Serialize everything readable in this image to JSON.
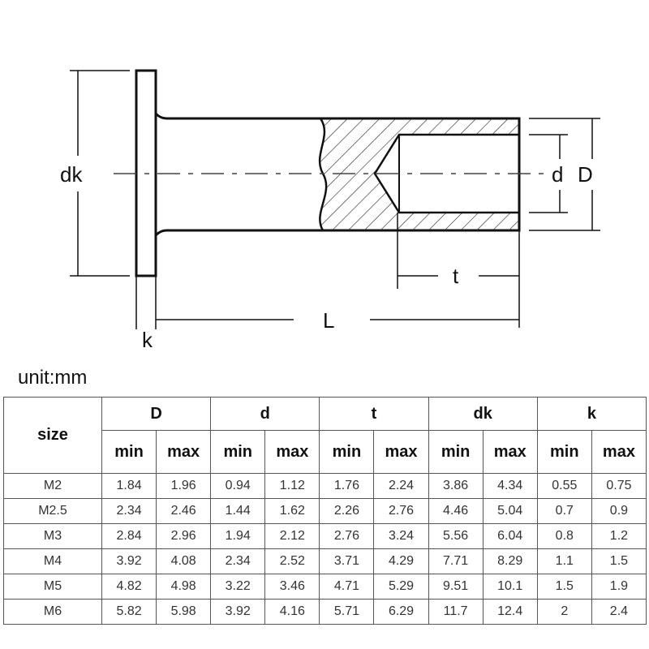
{
  "diagram": {
    "labels": {
      "dk": "dk",
      "d": "d",
      "D": "D",
      "t": "t",
      "L": "L",
      "k": "k"
    }
  },
  "unit_label": "unit:mm",
  "table": {
    "size_header": "size",
    "groups": [
      "D",
      "d",
      "t",
      "dk",
      "k"
    ],
    "subheaders": [
      "min",
      "max"
    ],
    "rows": [
      {
        "size": "M2",
        "values": [
          "1.84",
          "1.96",
          "0.94",
          "1.12",
          "1.76",
          "2.24",
          "3.86",
          "4.34",
          "0.55",
          "0.75"
        ]
      },
      {
        "size": "M2.5",
        "values": [
          "2.34",
          "2.46",
          "1.44",
          "1.62",
          "2.26",
          "2.76",
          "4.46",
          "5.04",
          "0.7",
          "0.9"
        ]
      },
      {
        "size": "M3",
        "values": [
          "2.84",
          "2.96",
          "1.94",
          "2.12",
          "2.76",
          "3.24",
          "5.56",
          "6.04",
          "0.8",
          "1.2"
        ]
      },
      {
        "size": "M4",
        "values": [
          "3.92",
          "4.08",
          "2.34",
          "2.52",
          "3.71",
          "4.29",
          "7.71",
          "8.29",
          "1.1",
          "1.5"
        ]
      },
      {
        "size": "M5",
        "values": [
          "4.82",
          "4.98",
          "3.22",
          "3.46",
          "4.71",
          "5.29",
          "9.51",
          "10.1",
          "1.5",
          "1.9"
        ]
      },
      {
        "size": "M6",
        "values": [
          "5.82",
          "5.98",
          "3.92",
          "4.16",
          "5.71",
          "6.29",
          "11.7",
          "12.4",
          "2",
          "2.4"
        ]
      }
    ]
  }
}
